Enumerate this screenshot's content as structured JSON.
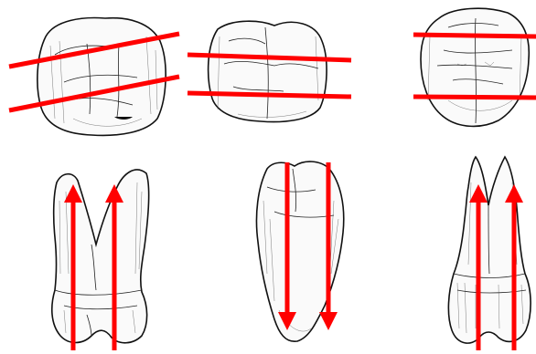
{
  "figure": {
    "accent_color": "#ff0000",
    "outline_color": "#111111",
    "panels": [
      {
        "id": "top-left",
        "view": "occlusal",
        "guide_count": 2,
        "guide_orientation": "oblique",
        "arrow_direction": "none"
      },
      {
        "id": "top-center",
        "view": "occlusal",
        "guide_count": 2,
        "guide_orientation": "horizontal",
        "arrow_direction": "none"
      },
      {
        "id": "top-right",
        "view": "occlusal",
        "guide_count": 2,
        "guide_orientation": "horizontal",
        "arrow_direction": "none"
      },
      {
        "id": "bottom-left",
        "view": "side",
        "guide_count": 2,
        "guide_orientation": "vertical",
        "arrow_direction": "up"
      },
      {
        "id": "bottom-center",
        "view": "side",
        "guide_count": 2,
        "guide_orientation": "vertical",
        "arrow_direction": "down"
      },
      {
        "id": "bottom-right",
        "view": "side",
        "guide_count": 2,
        "guide_orientation": "vertical",
        "arrow_direction": "up"
      }
    ]
  }
}
